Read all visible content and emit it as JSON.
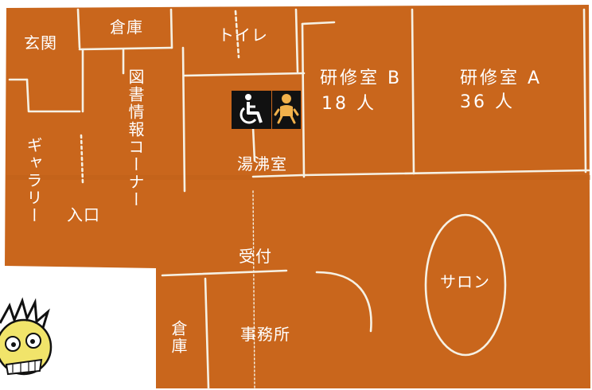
{
  "map": {
    "colors": {
      "floor": "#C9661C",
      "floor_dark": "#B85A17",
      "chalk": "#F6F1E4",
      "text": "#FFFFFF",
      "icon_bg": "#111111",
      "page": "#FFFFFF"
    },
    "rooms": {
      "genkan": "玄関",
      "souko_top": "倉庫",
      "toilet": "トイレ",
      "kenshu_b": {
        "name": "研修室 B",
        "capacity": "18 人"
      },
      "kenshu_a": {
        "name": "研修室 A",
        "capacity": "36 人"
      },
      "toshojoho": "図書情報コーナー",
      "yuwakashi": "湯沸室",
      "gallery": "ギャラリー",
      "iriguchi": "入口",
      "uketsuke": "受付",
      "salon": "サロン",
      "souko_bottom": "倉庫",
      "jimusho": "事務所"
    },
    "icons": [
      "wheelchair-icon",
      "baby-changing-icon",
      "mascot-face-icon"
    ]
  }
}
